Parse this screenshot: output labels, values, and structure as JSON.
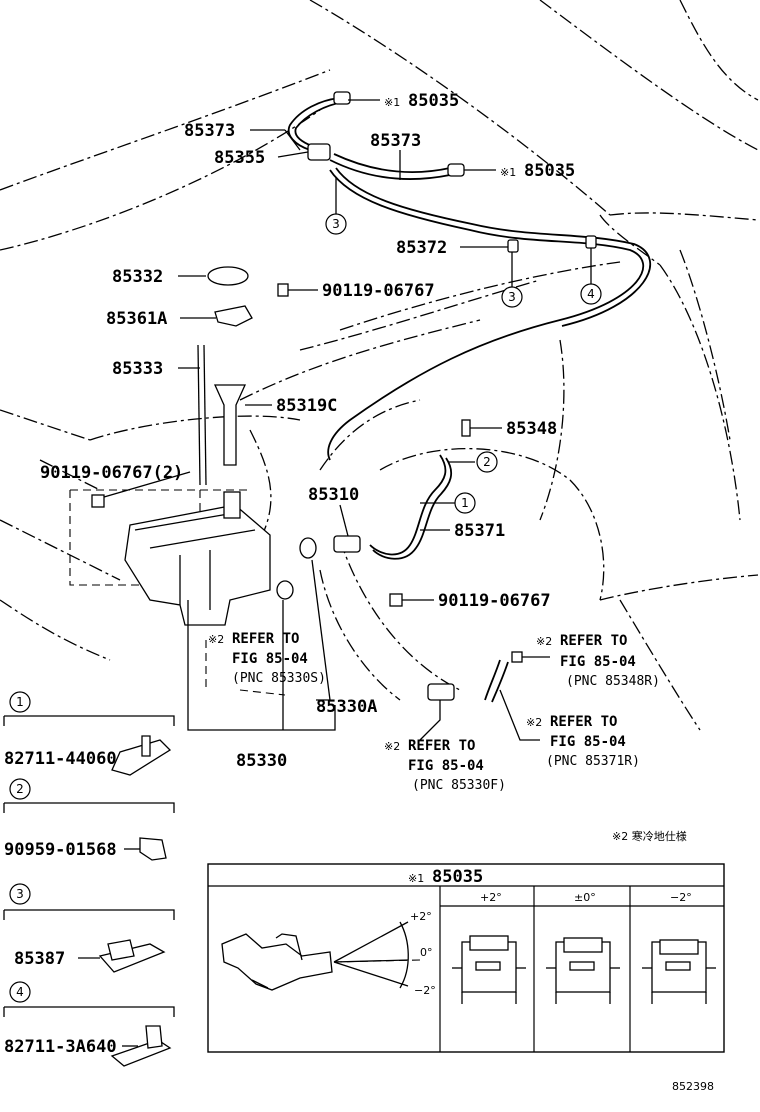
{
  "parts": {
    "p85035_top": "85035",
    "p85035_right": "85035",
    "p85373_left": "85373",
    "p85373_mid": "85373",
    "p85355": "85355",
    "p85372": "85372",
    "p85332": "85332",
    "p90119_a": "90119-06767",
    "p85361a": "85361A",
    "p85333": "85333",
    "p85319c": "85319C",
    "p85348": "85348",
    "p90119_b": "90119-06767(2)",
    "p85310": "85310",
    "p85371": "85371",
    "p90119_c": "90119-06767",
    "p85330a": "85330A",
    "p85330": "85330"
  },
  "marks": {
    "mark1": "※1",
    "mark2": "※2"
  },
  "callouts": {
    "c1": "1",
    "c2": "2",
    "c3": "3",
    "c4": "4"
  },
  "refs": {
    "ref_s_line1": "REFER TO",
    "ref_s_line2": "FIG 85-04",
    "ref_s_line3": "(PNC 85330S)",
    "ref_r348_line1": "REFER TO",
    "ref_r348_line2": "FIG 85-04",
    "ref_r348_line3": "(PNC 85348R)",
    "ref_r371_line1": "REFER TO",
    "ref_r371_line2": "FIG 85-04",
    "ref_r371_line3": "(PNC 85371R)",
    "ref_f_line1": "REFER TO",
    "ref_f_line2": "FIG 85-04",
    "ref_f_line3": "(PNC 85330F)"
  },
  "note": "※2 寒冷地仕様",
  "legend": {
    "l1_part": "82711-44060",
    "l2_part": "90959-01568",
    "l3_part": "85387",
    "l4_part": "82711-3A640"
  },
  "inset": {
    "title_mark": "※1",
    "title_part": "85035",
    "col_plus": "+2°",
    "col_zero": "±0°",
    "col_minus": "−2°",
    "angle_plus": "+2°",
    "angle_zero": "0°",
    "angle_minus": "−2°"
  },
  "figure_id": "852398"
}
